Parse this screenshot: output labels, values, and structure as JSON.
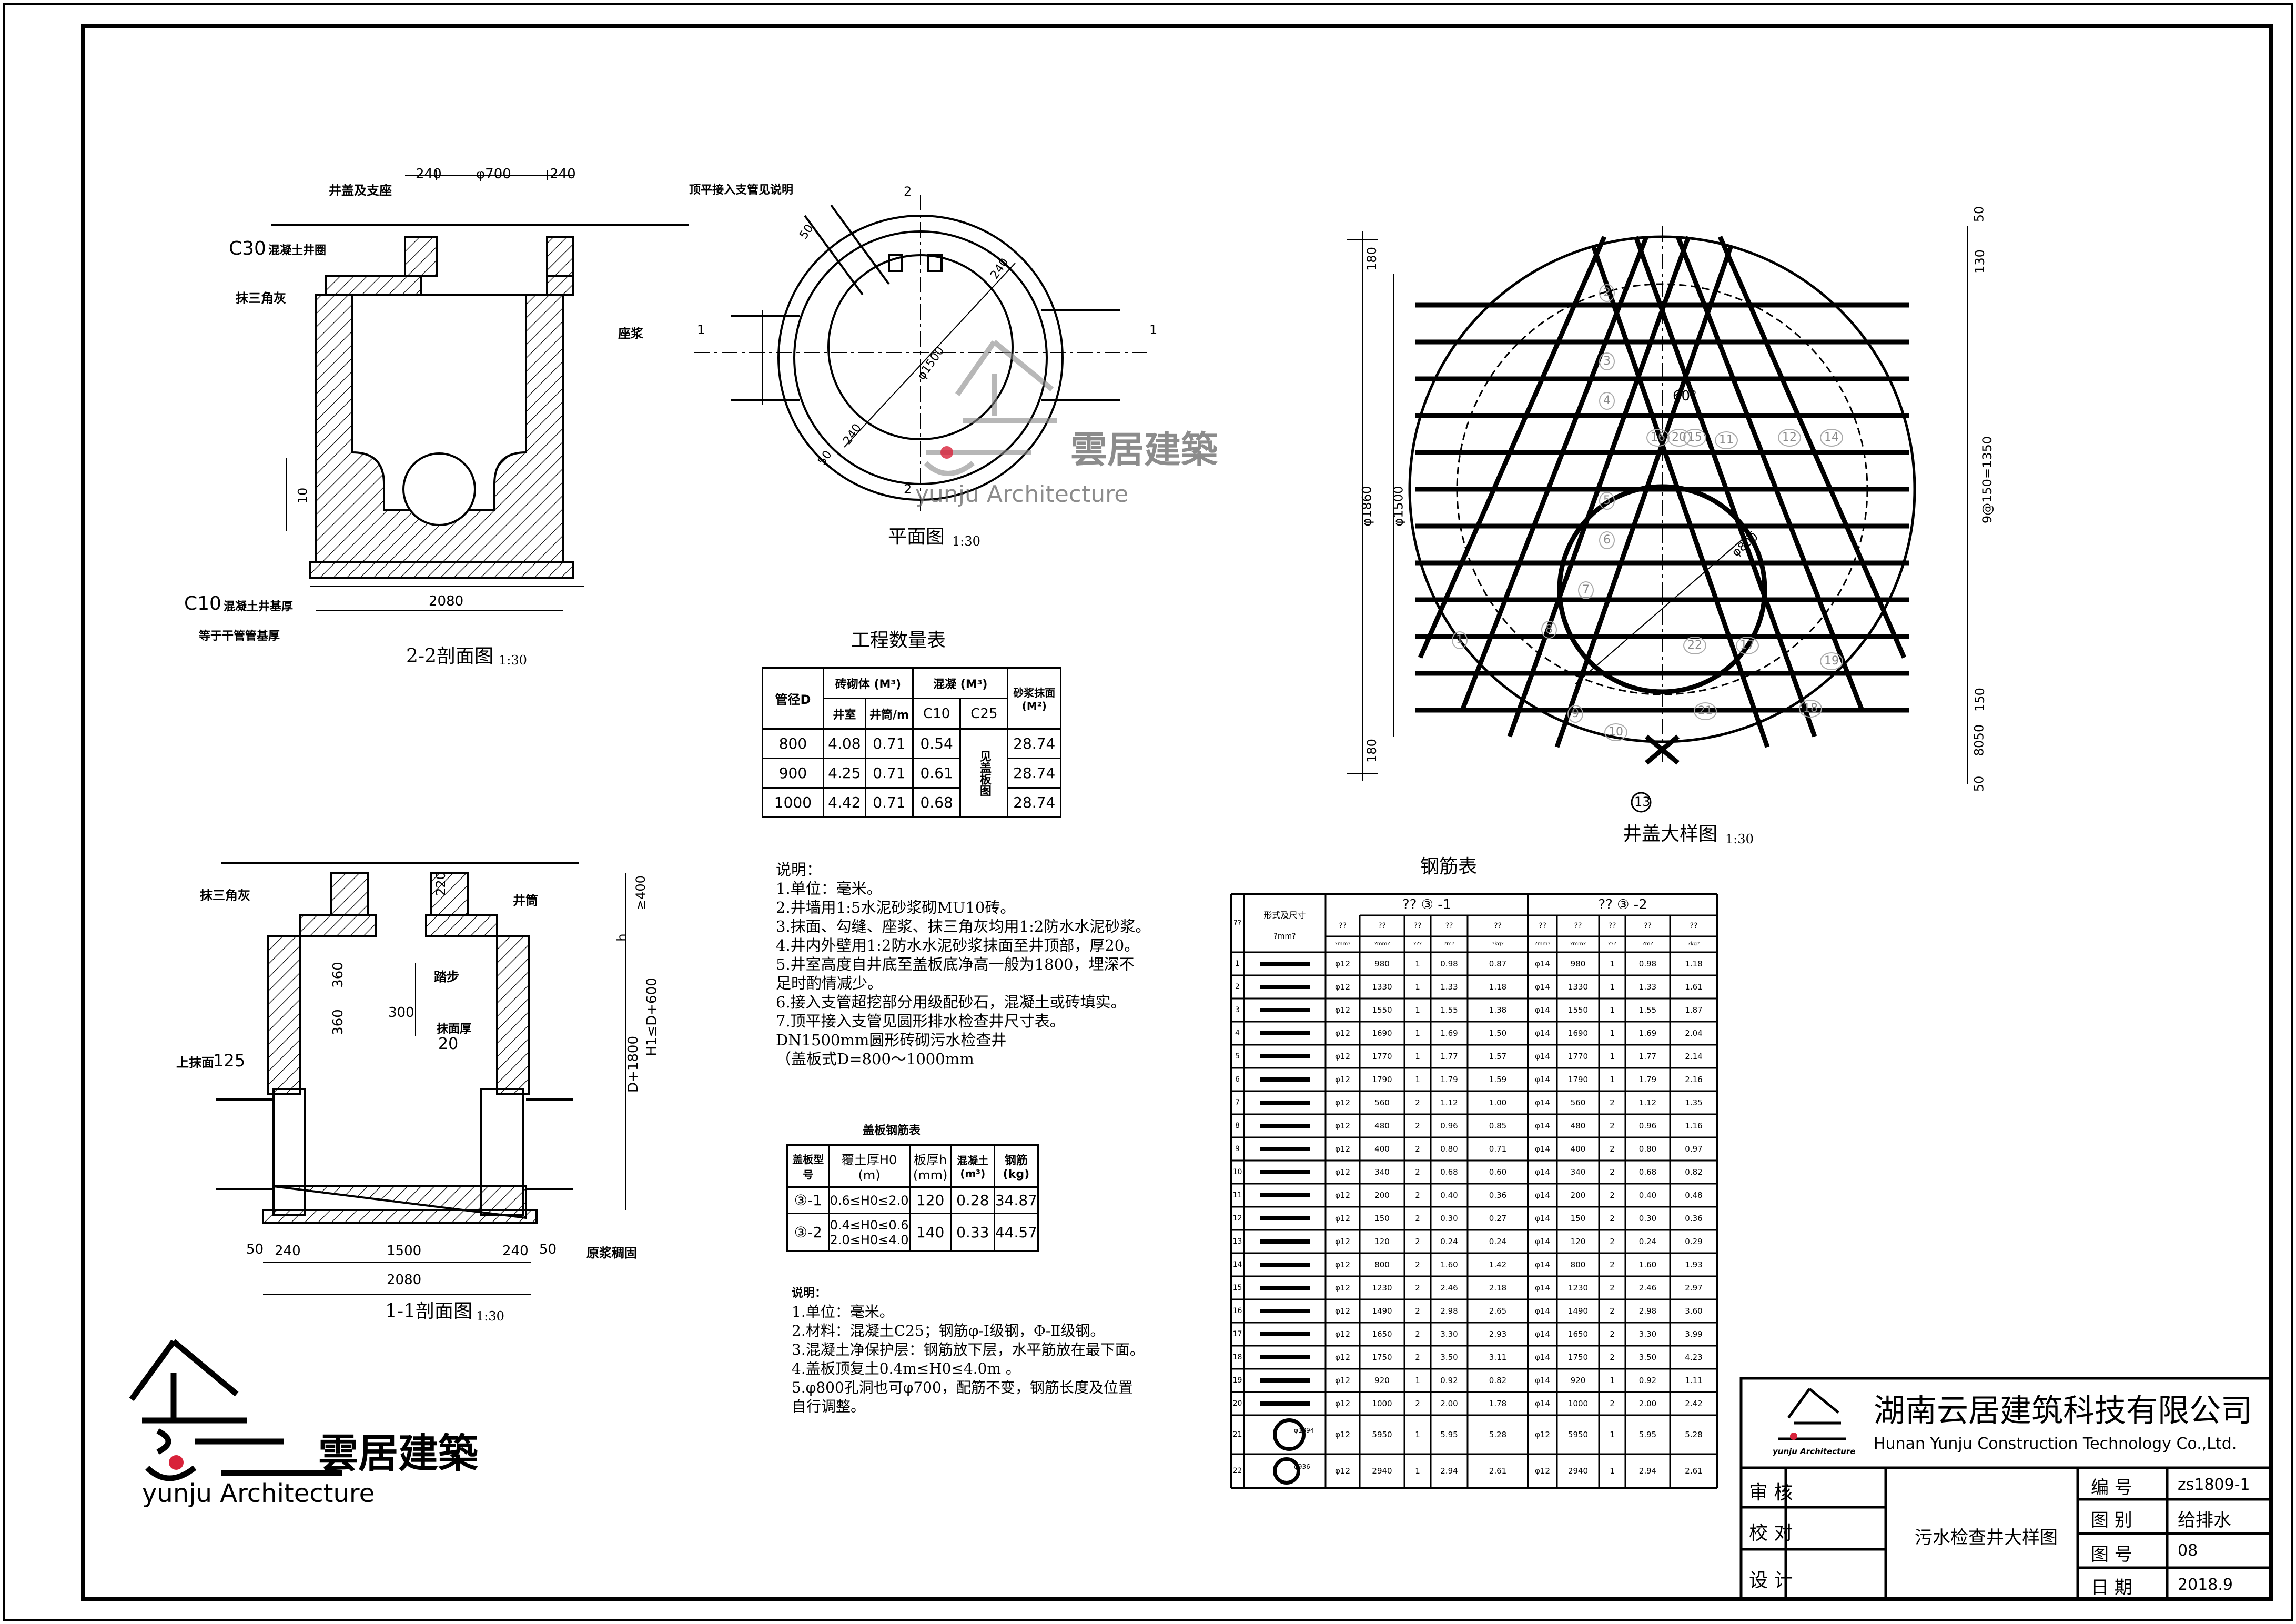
{
  "company": {
    "name_cn": "湖南云居建筑科技有限公司",
    "name_en": "Hunan Yunju Construction Technology Co.,Ltd.",
    "logo_cn": "雲居建築",
    "logo_en": "yunju Architecture",
    "logo_small_en": "yunju Architecture"
  },
  "title_block": {
    "review_label": "审 核",
    "check_label": "校 对",
    "design_label": "设 计",
    "drawing_title": "污水检查井大样图",
    "number_label": "编 号",
    "number_value": "zs1809-1",
    "category_label": "图 别",
    "category_value": "给排水",
    "sheet_label": "图 号",
    "sheet_value": "08",
    "date_label": "日 期",
    "date_value": "2018.9"
  },
  "views": {
    "section22": {
      "title": "2-2剖面图",
      "scale": "1:30",
      "dim_240_left": "240",
      "dim_700": "φ700",
      "dim_240_right": "240",
      "dim_2080": "2080",
      "dim_h": "10",
      "label_cover": "井盖及支座",
      "label_c30": "C30",
      "label_c30_rest": "混凝土井圈",
      "label_triangle": "抹三角灰",
      "label_mortar": "座浆",
      "label_c10": "C10",
      "label_c10_rest": "混凝土井基厚",
      "label_c10_rest2": "等于干管管基厚"
    },
    "plan": {
      "title": "平面图",
      "scale": "1:30",
      "label_branch": "顶平接入支管见说明",
      "dim_50": "50",
      "dim_240a": "240",
      "dim_240b": "240",
      "dim_50b": "50",
      "dim_1500": "φ1500",
      "mark_1": "1",
      "mark_2": "2"
    },
    "cover": {
      "title": "井盖大样图",
      "scale": "1:30",
      "dim_180_top": "180",
      "dim_1860": "φ1860",
      "dim_1500": "φ1500",
      "dim_180_bot": "180",
      "dim_50_top": "50",
      "dim_130": "130",
      "dim_9at150": "9@150=1350",
      "dim_150": "150",
      "dim_50_mid": "50",
      "dim_80": "80",
      "dim_50_bot": "50",
      "angle": "60°",
      "hole_dim": "φ800",
      "callout": "13",
      "bar_marks": [
        "1",
        "2",
        "3",
        "4",
        "5",
        "6",
        "7",
        "8",
        "9",
        "10",
        "11",
        "12",
        "14",
        "15",
        "16",
        "17",
        "18",
        "19",
        "20",
        "21",
        "22"
      ]
    },
    "section11": {
      "title": "1-1剖面图",
      "scale": "1:30",
      "dim_220": "220",
      "dim_400": "≥400",
      "dim_h": "h",
      "dim_360a": "360",
      "dim_360b": "360",
      "dim_300": "300",
      "dim_20": "20",
      "dim_d1800": "D+1800",
      "dim_h1": "H1≤D+600",
      "dim_50a": "50",
      "dim_240a": "240",
      "dim_1500": "1500",
      "dim_240b": "240",
      "dim_50b": "50",
      "dim_2080": "2080",
      "label_triangle": "抹三角灰",
      "label_ring": "井筒",
      "label_step": "踏步",
      "label_plaster": "抹面厚",
      "label_top": "上抹面",
      "label_top_num": "125",
      "label_base": "原浆稠固"
    }
  },
  "quantity_table": {
    "title": "工程数量表",
    "h_pipe": "管径D",
    "h_masonry": "砖砌体 (M³)",
    "h_concrete": "混凝 (M³)",
    "h_mortar": "砂浆抹面 (M²)",
    "h_well": "井室",
    "h_tube": "井筒/m",
    "h_c10": "C10",
    "h_c25": "C25",
    "c25_note": "见盖板图",
    "rows": [
      {
        "d": "800",
        "well": "4.08",
        "tube": "0.71",
        "c10": "0.54",
        "mortar": "28.74"
      },
      {
        "d": "900",
        "well": "4.25",
        "tube": "0.71",
        "c10": "0.61",
        "mortar": "28.74"
      },
      {
        "d": "1000",
        "well": "4.42",
        "tube": "0.71",
        "c10": "0.68",
        "mortar": "28.74"
      }
    ]
  },
  "notes1": {
    "heading": "说明：",
    "lines": [
      "1.单位：毫米。",
      "2.井墙用1:5水泥砂浆砌MU10砖。",
      "3.抹面、勾缝、座浆、抹三角灰均用1:2防水水泥砂浆。",
      "4.井内外壁用1:2防水水泥砂浆抹面至井顶部，厚20。",
      "5.井室高度自井底至盖板底净高一般为1800，埋深不",
      "足时酌情减少。",
      "6.接入支管超挖部分用级配砂石，混凝土或砖填实。",
      "7.顶平接入支管见圆形排水检查井尺寸表。",
      "DN1500mm圆形砖砌污水检查井",
      "（盖板式D=800～1000mm"
    ]
  },
  "slab_table": {
    "title": "盖板钢筋表",
    "h_type": "盖板型号",
    "h_soil": "覆土厚H0 (m)",
    "h_thick": "板厚h (mm)",
    "h_concrete": "混凝土 (m³)",
    "h_steel": "钢筋 (kg)",
    "rows": [
      {
        "type": "③-1",
        "soil": "0.6≤H0≤2.0",
        "thick": "120",
        "concrete": "0.28",
        "steel": "34.87"
      },
      {
        "type": "③-2",
        "soil": "0.4≤H0≤0.6 2.0≤H0≤4.0",
        "thick": "140",
        "concrete": "0.33",
        "steel": "44.57"
      }
    ]
  },
  "notes2": {
    "heading": "说明：",
    "lines": [
      "1.单位：毫米。",
      "2.材料：混凝土C25；钢筋φ-Ⅰ级钢，Φ-Ⅱ级钢。",
      "3.混凝土净保护层：钢筋放下层，水平筋放在最下面。",
      "4.盖板顶复土0.4m≤H0≤4.0m 。",
      "5.φ800孔洞也可φ700，配筋不变，钢筋长度及位置",
      "自行调整。"
    ]
  },
  "rebar_table": {
    "title": "钢筋表",
    "h_no": "??",
    "h_shape": "形式及尺寸",
    "h_shape_unit": "?mm?",
    "h_slab1": "?? ③ -1",
    "h_slab2": "?? ③ -2",
    "sub_headers": [
      "??",
      "??",
      "??",
      "??",
      "??",
      "??",
      "??",
      "??",
      "??",
      "??"
    ],
    "sub_units": [
      "?mm?",
      "?mm?",
      "???",
      "?m?",
      "?kg?",
      "?mm?",
      "?mm?",
      "???",
      "?m?",
      "?kg?"
    ],
    "rows": [
      [
        "1",
        "φ12",
        "980",
        "1",
        "0.98",
        "0.87",
        "φ14",
        "980",
        "1",
        "0.98",
        "1.18"
      ],
      [
        "2",
        "φ12",
        "1330",
        "1",
        "1.33",
        "1.18",
        "φ14",
        "1330",
        "1",
        "1.33",
        "1.61"
      ],
      [
        "3",
        "φ12",
        "1550",
        "1",
        "1.55",
        "1.38",
        "φ14",
        "1550",
        "1",
        "1.55",
        "1.87"
      ],
      [
        "4",
        "φ12",
        "1690",
        "1",
        "1.69",
        "1.50",
        "φ14",
        "1690",
        "1",
        "1.69",
        "2.04"
      ],
      [
        "5",
        "φ12",
        "1770",
        "1",
        "1.77",
        "1.57",
        "φ14",
        "1770",
        "1",
        "1.77",
        "2.14"
      ],
      [
        "6",
        "φ12",
        "1790",
        "1",
        "1.79",
        "1.59",
        "φ14",
        "1790",
        "1",
        "1.79",
        "2.16"
      ],
      [
        "7",
        "φ12",
        "560",
        "2",
        "1.12",
        "1.00",
        "φ14",
        "560",
        "2",
        "1.12",
        "1.35"
      ],
      [
        "8",
        "φ12",
        "480",
        "2",
        "0.96",
        "0.85",
        "φ14",
        "480",
        "2",
        "0.96",
        "1.16"
      ],
      [
        "9",
        "φ12",
        "400",
        "2",
        "0.80",
        "0.71",
        "φ14",
        "400",
        "2",
        "0.80",
        "0.97"
      ],
      [
        "10",
        "φ12",
        "340",
        "2",
        "0.68",
        "0.60",
        "φ14",
        "340",
        "2",
        "0.68",
        "0.82"
      ],
      [
        "11",
        "φ12",
        "200",
        "2",
        "0.40",
        "0.36",
        "φ14",
        "200",
        "2",
        "0.40",
        "0.48"
      ],
      [
        "12",
        "φ12",
        "150",
        "2",
        "0.30",
        "0.27",
        "φ14",
        "150",
        "2",
        "0.30",
        "0.36"
      ],
      [
        "13",
        "φ12",
        "120",
        "2",
        "0.24",
        "0.24",
        "φ14",
        "120",
        "2",
        "0.24",
        "0.29"
      ],
      [
        "14",
        "φ12",
        "800",
        "2",
        "1.60",
        "1.42",
        "φ14",
        "800",
        "2",
        "1.60",
        "1.93"
      ],
      [
        "15",
        "φ12",
        "1230",
        "2",
        "2.46",
        "2.18",
        "φ14",
        "1230",
        "2",
        "2.46",
        "2.97"
      ],
      [
        "16",
        "φ12",
        "1490",
        "2",
        "2.98",
        "2.65",
        "φ14",
        "1490",
        "2",
        "2.98",
        "3.60"
      ],
      [
        "17",
        "φ12",
        "1650",
        "2",
        "3.30",
        "2.93",
        "φ14",
        "1650",
        "2",
        "3.30",
        "3.99"
      ],
      [
        "18",
        "φ12",
        "1750",
        "2",
        "3.50",
        "3.11",
        "φ14",
        "1750",
        "2",
        "3.50",
        "4.23"
      ],
      [
        "19",
        "φ12",
        "920",
        "1",
        "0.92",
        "0.82",
        "φ14",
        "920",
        "1",
        "0.92",
        "1.11"
      ],
      [
        "20",
        "φ12",
        "1000",
        "2",
        "2.00",
        "1.78",
        "φ14",
        "1000",
        "2",
        "2.00",
        "2.42"
      ],
      [
        "21",
        "φ12",
        "5950",
        "1",
        "5.95",
        "5.28",
        "φ12",
        "5950",
        "1",
        "5.95",
        "5.28"
      ],
      [
        "22",
        "φ12",
        "2940",
        "1",
        "2.94",
        "2.61",
        "φ12",
        "2940",
        "1",
        "2.94",
        "2.61"
      ]
    ],
    "ring_labels": [
      "φ1894",
      "φ936"
    ]
  }
}
